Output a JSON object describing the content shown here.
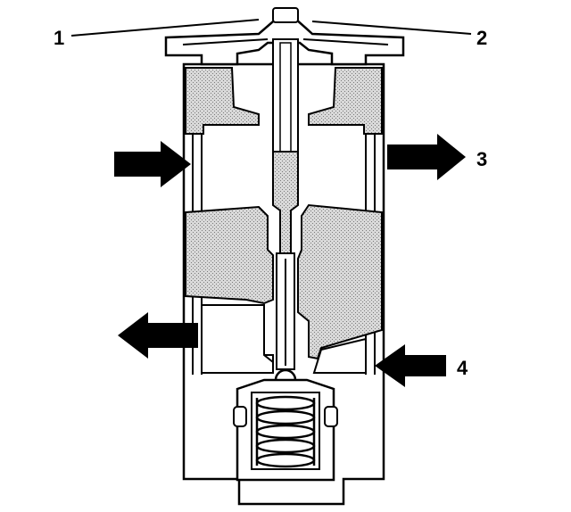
{
  "callouts": [
    {
      "id": "1",
      "label": "1"
    },
    {
      "id": "2",
      "label": "2"
    },
    {
      "id": "3",
      "label": "3"
    },
    {
      "id": "4",
      "label": "4"
    }
  ],
  "colors": {
    "line": "#000000",
    "background": "#ffffff",
    "shade": "#cfcfcf",
    "stipple": "#8a8a8a"
  }
}
